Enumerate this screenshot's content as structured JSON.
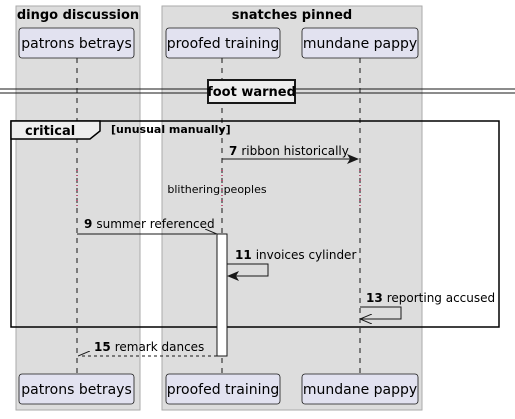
{
  "boxes": [
    {
      "title": "dingo discussion"
    },
    {
      "title": "snatches pinned"
    }
  ],
  "participants": [
    {
      "label": "patrons betrays"
    },
    {
      "label": "proofed training"
    },
    {
      "label": "mundane pappy"
    }
  ],
  "divider": {
    "label": "foot warned"
  },
  "fragment": {
    "operator": "critical",
    "guard": "[unusual manually]"
  },
  "delay": {
    "label": "blithering peoples"
  },
  "messages": [
    {
      "num": "7",
      "text": "ribbon historically"
    },
    {
      "num": "9",
      "text": "summer referenced"
    },
    {
      "num": "11",
      "text": "invoices cylinder"
    },
    {
      "num": "13",
      "text": "reporting accused"
    },
    {
      "num": "15",
      "text": "remark dances"
    }
  ],
  "colors": {
    "box_fill": "#dddddd",
    "box_stroke": "#aaaaaa",
    "participant_fill": "#e2e2f0",
    "participant_stroke": "#181818",
    "line": "#181818",
    "delay_dots": "#a80036"
  }
}
